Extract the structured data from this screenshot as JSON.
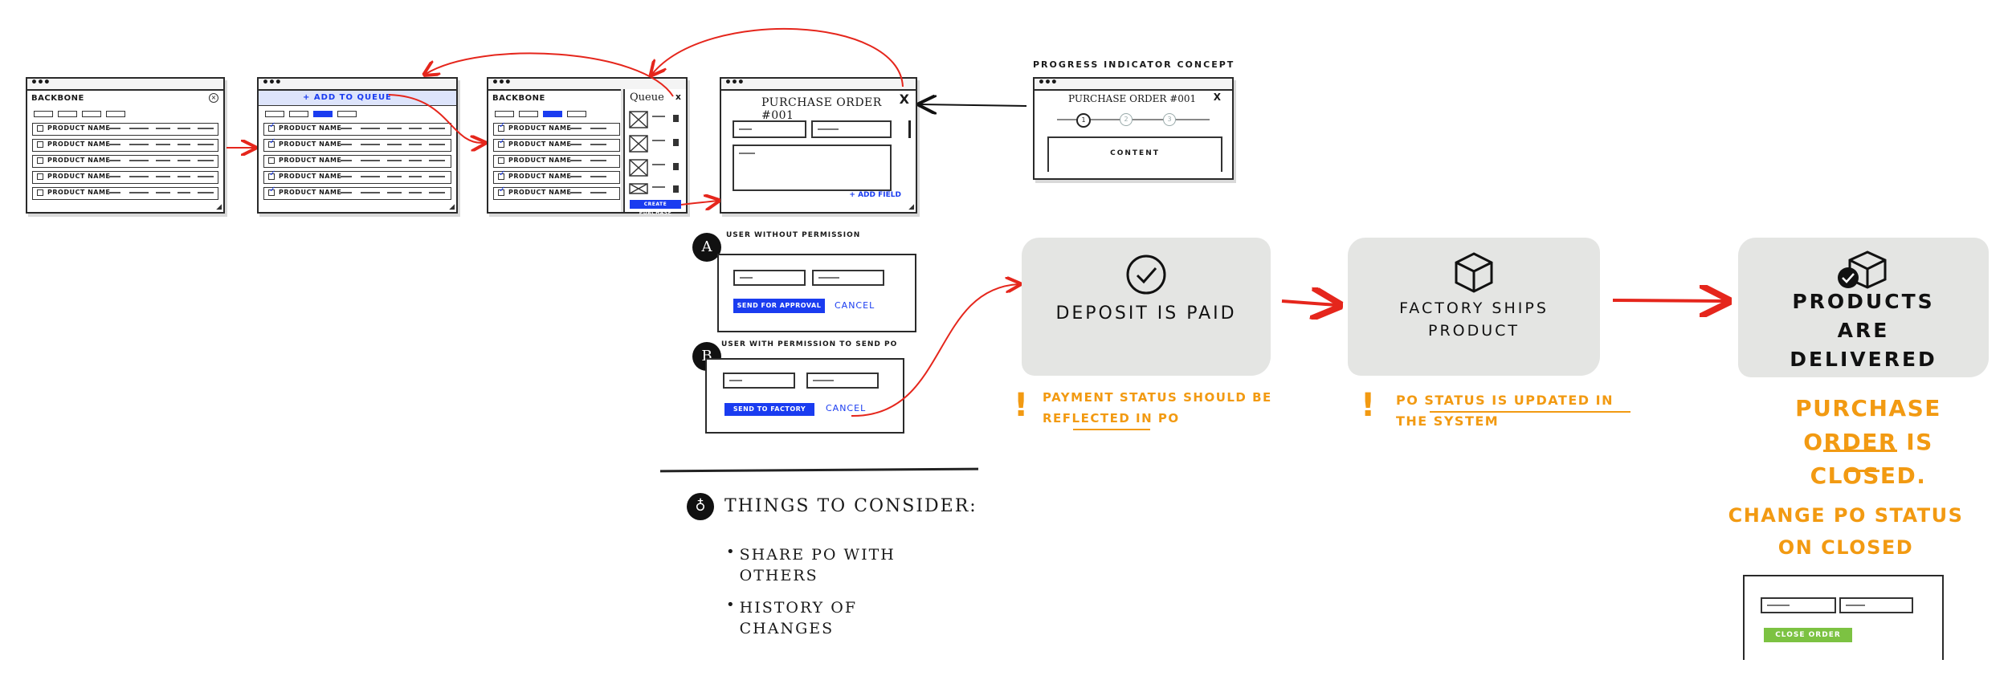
{
  "wireframes": {
    "list_window": {
      "title": "BACKBONE",
      "row_label": "PRODUCT NAME"
    },
    "queue_window": {
      "add_link": "+ ADD TO QUEUE",
      "row_label": "PRODUCT NAME"
    },
    "queue_panel_window": {
      "title": "BACKBONE",
      "panel_title": "Queue",
      "close": "x",
      "row_label": "PRODUCT NAME",
      "footer_button": "CREATE PURCHASE ORDER"
    },
    "po_window": {
      "title": "PURCHASE ORDER #001",
      "close": "X",
      "add_field": "+ ADD FIELD"
    },
    "progress_concept": {
      "label": "PROGRESS INDICATOR CONCEPT",
      "title": "PURCHASE ORDER #001",
      "close": "X",
      "steps": [
        "1",
        "2",
        "3"
      ],
      "content": "CONTENT"
    }
  },
  "variants": {
    "a": {
      "badge": "A",
      "heading": "USER WITHOUT PERMISSION",
      "primary": "SEND FOR APPROVAL",
      "secondary": "CANCEL"
    },
    "b": {
      "badge": "B",
      "heading": "USER WITH PERMISSION TO SEND PO",
      "primary": "SEND TO FACTORY",
      "secondary": "CANCEL"
    }
  },
  "considerations": {
    "title": "THINGS TO CONSIDER:",
    "items": [
      "SHARE PO WITH OTHERS",
      "HISTORY OF CHANGES"
    ]
  },
  "flow": {
    "steps": [
      {
        "label": "DEPOSIT IS PAID",
        "icon": "check-circle-icon"
      },
      {
        "label": "FACTORY SHIPS PRODUCT",
        "icon": "box-icon"
      },
      {
        "label": "PRODUCTS ARE DELIVERED",
        "icon": "boxes-check-icon"
      }
    ],
    "notes": [
      "PAYMENT STATUS SHOULD BE REFLECTED IN PO",
      "PO STATUS IS UPDATED IN THE SYSTEM"
    ],
    "closed_note": "PURCHASE ORDER IS CLOSED.",
    "change_note": "CHANGE PO STATUS ON CLOSED",
    "close_button": "CLOSE ORDER"
  },
  "colors": {
    "accent_blue": "#1a3cf0",
    "arrow_red": "#e5261c",
    "note_orange": "#f29a12",
    "card_grey": "#e4e5e3",
    "close_green": "#7cc242"
  }
}
